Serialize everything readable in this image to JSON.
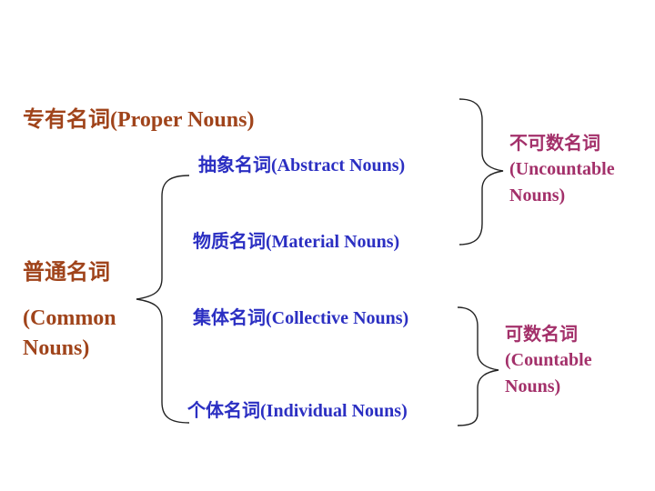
{
  "proper": {
    "label": "专有名词(Proper Nouns)"
  },
  "common": {
    "line1": "普通名词",
    "line2": "(Common",
    "line3": "Nouns)"
  },
  "sub": {
    "abstract": "抽象名词(Abstract Nouns)",
    "material": "物质名词(Material Nouns)",
    "collective": "集体名词(Collective Nouns)",
    "individual": "个体名词(Individual Nouns)"
  },
  "uncountable": {
    "line1": "不可数名词",
    "line2": "(Uncountable",
    "line3": "Nouns)"
  },
  "countable": {
    "line1": "可数名词",
    "line2": "(Countable",
    "line3": "Nouns)"
  },
  "colors": {
    "brown": "#a0441b",
    "blue": "#2b2fc2",
    "magenta": "#a3306a"
  }
}
